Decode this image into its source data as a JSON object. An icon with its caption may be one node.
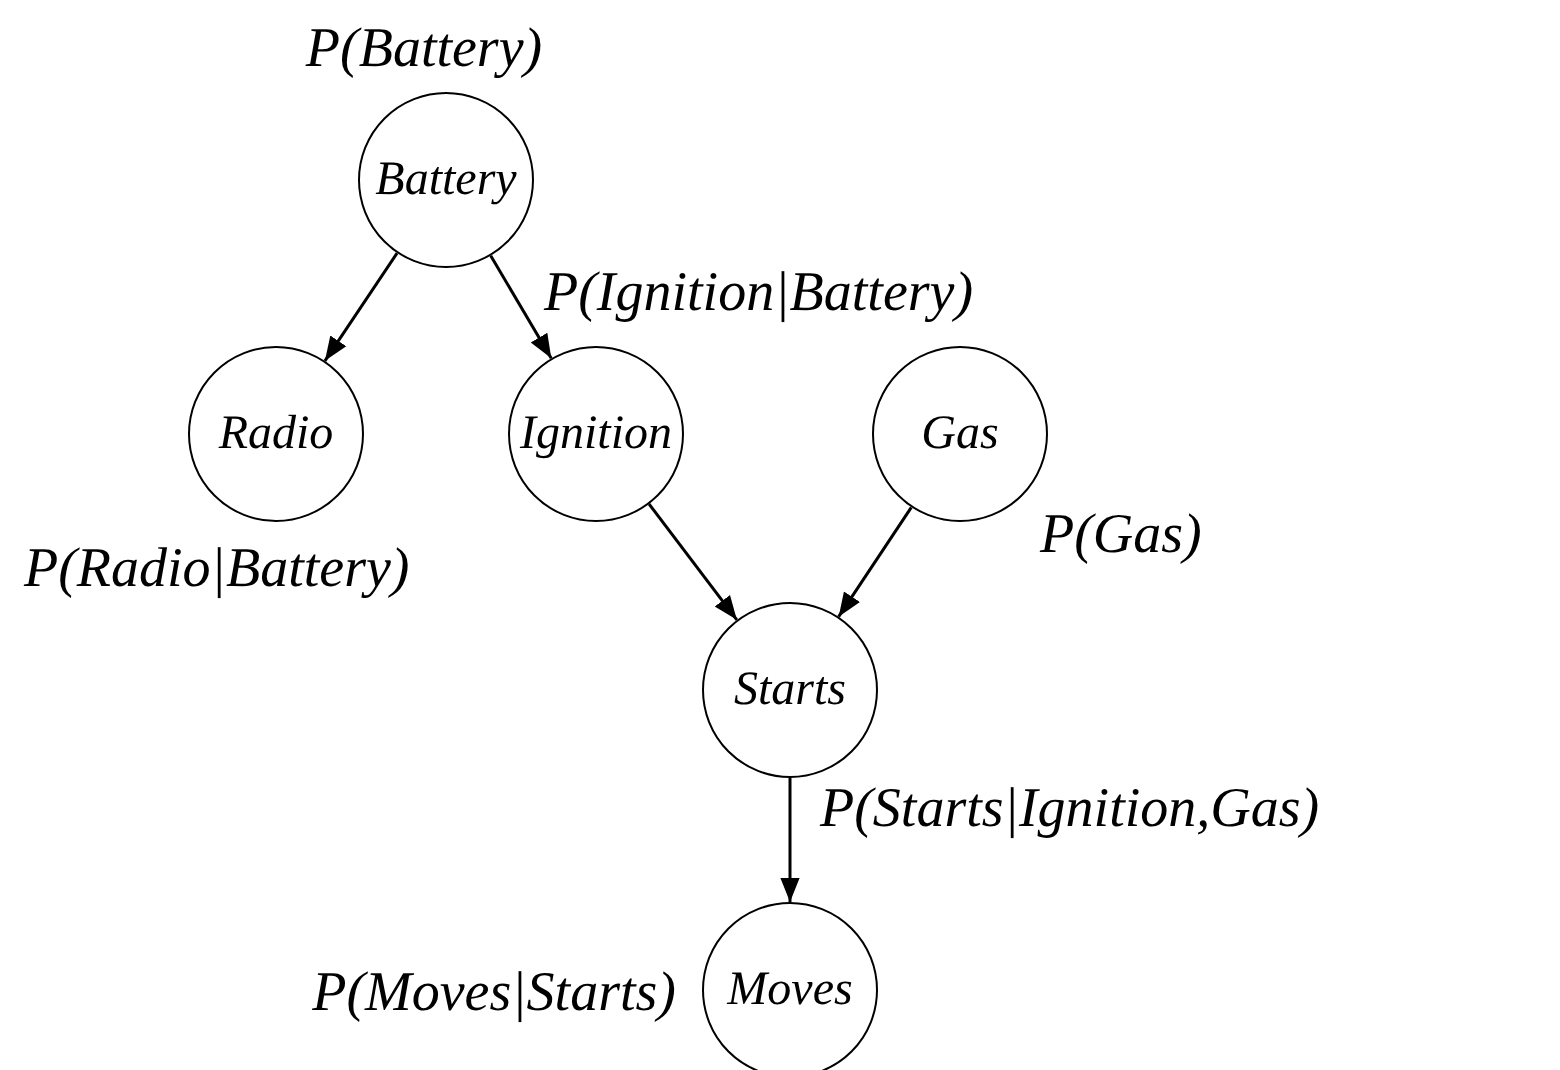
{
  "diagram": {
    "nodes": [
      {
        "text": [
          "Battery"
        ],
        "beside": [
          "P(Battery)"
        ]
      },
      {
        "text": [
          "Radio"
        ],
        "beside": [
          "P(Radio|Battery)"
        ]
      },
      {
        "text": [
          "Ignition"
        ],
        "beside": [
          "P(Ignition|Battery)"
        ]
      },
      {
        "text": [
          "Gas"
        ],
        "beside": [
          "P(Gas)"
        ]
      },
      {
        "text": [
          "Starts"
        ],
        "beside": [
          "P(Starts|Ignition,Gas)"
        ]
      },
      {
        "text": [
          "Moves"
        ],
        "beside": [
          "P(Moves|Starts)"
        ]
      }
    ],
    "edges": [
      {
        "from": 0,
        "to": 1,
        "arrow": "to"
      },
      {
        "from": 0,
        "to": 2,
        "arrow": "to"
      },
      {
        "from": 2,
        "to": 4,
        "arrow": "to"
      },
      {
        "from": 3,
        "to": 4,
        "arrow": "to"
      },
      {
        "from": 4,
        "to": 5,
        "arrow": "to"
      }
    ]
  }
}
